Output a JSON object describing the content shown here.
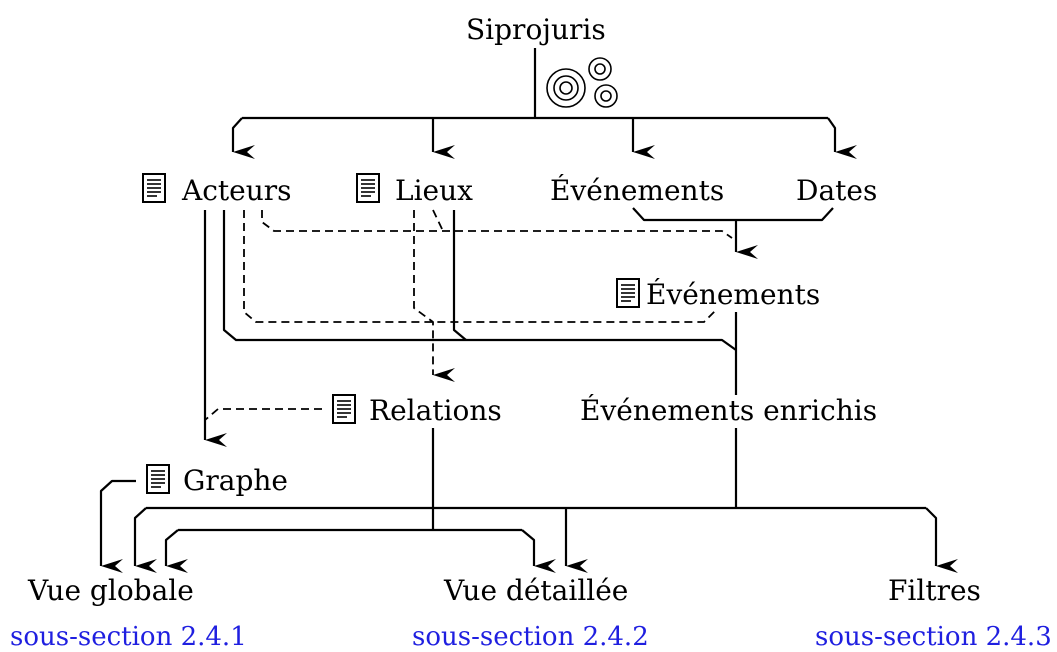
{
  "title": "Siprojuris",
  "nodes": {
    "acteurs": "Acteurs",
    "lieux": "Lieux",
    "evenements": "Événements",
    "dates": "Dates",
    "evenements_doc": "Événements",
    "relations": "Relations",
    "evenements_enrichis": "Événements enrichis",
    "graphe": "Graphe",
    "vue_globale": "Vue globale",
    "vue_detaillee": "Vue détaillée",
    "filtres": "Filtres"
  },
  "links": {
    "vue_globale": "sous-section 2.4.1",
    "vue_detaillee": "sous-section 2.4.2",
    "filtres": "sous-section 2.4.3"
  },
  "icons": {
    "gears": "gears-icon",
    "document": "document-icon"
  },
  "colors": {
    "ink": "#000000",
    "link": "#1f1fe0"
  }
}
